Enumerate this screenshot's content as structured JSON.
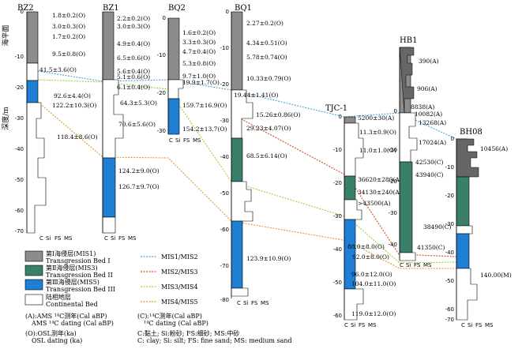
{
  "side_labels": {
    "upper": "海平面",
    "lower": "深度/m"
  },
  "axis_grain": [
    "C",
    "Si",
    "FS",
    "MS"
  ],
  "colors": {
    "mis1": "#8c8c8c",
    "mis3": "#3a7f6a",
    "mis5": "#1e7fd4",
    "l12": "#4aa6d9",
    "l23": "#d9472a",
    "l34": "#a9c93a",
    "l45": "#e6952f"
  },
  "boreholes": [
    {
      "name": "BZ2",
      "ticks": [
        "0",
        "-10",
        "-20",
        "-30",
        "-40",
        "-50",
        "-60",
        "-70"
      ]
    },
    {
      "name": "BZ1",
      "ticks": []
    },
    {
      "name": "BQ2",
      "ticks": [
        "0",
        "-10",
        "-20",
        "-30"
      ]
    },
    {
      "name": "BQ1",
      "ticks": [
        "0",
        "-10",
        "-20",
        "-30",
        "-40",
        "-50",
        "-60",
        "-70",
        "-80"
      ]
    },
    {
      "name": "TJC-1",
      "ticks": [
        "0",
        "-10",
        "-20",
        "-30",
        "-40",
        "-50",
        "-60"
      ]
    },
    {
      "name": "HB1",
      "ticks": [
        "0",
        "-10",
        "-20",
        "-30",
        "-40"
      ]
    },
    {
      "name": "BH08",
      "ticks": [
        "0",
        "-10",
        "-20",
        "-30",
        "-40",
        "-50",
        "-60",
        "-70"
      ]
    }
  ],
  "dates": {
    "bz2": [
      "1.8±0.2(O)",
      "3.0±0.3(O)",
      "1.7±0.2(O)",
      "9.5±0.8(O)",
      "41.5±3.6(O)",
      "92.6±4.4(O)",
      "122.2±10.3(O)",
      "118.4±8.6(O)"
    ],
    "bz1": [
      "2.2±0.2(O)",
      "3.0±0.3(O)",
      "4.9±0.4(O)",
      "6.5±0.6(O)",
      "5.6±0.4(O)",
      "5.1±0.6(O)",
      "6.1±0.4(O)",
      "64.3±5.3(O)",
      "70.6±5.6(O)",
      "124.2±9.0(O)",
      "126.7±9.7(O)"
    ],
    "bq2": [
      "1.6±0.2(O)",
      "3.3±0.3(O)",
      "4.7±0.4(O)",
      "5.3±0.8(O)",
      "9.7±1.0(O)",
      "19.9±1.7(O)",
      "159.7±16.9(O)",
      "154.2±13.7(O)"
    ],
    "bq1": [
      "2.27±0.2(O)",
      "4.34±0.51(O)",
      "5.78±0.74(O)",
      "10.33±0.79(O)",
      "19.44±1.41(O)",
      "15.26±0.86(O)",
      "29.23±4.07(O)",
      "68.5±6.14(O)",
      "123.9±10.9(O)"
    ],
    "tjc": [
      "5200±30(A)",
      "11.3±0.9(O)",
      "11.0±1.0(O)",
      "36620±280(A)",
      "34130±240(A)",
      ">43500(A)",
      "88.0±8.0(O)",
      "92.0±8.0(O)",
      "96.0±12.0(O)",
      "104.0±11.0(O)",
      "119.0±12.0(O)"
    ],
    "hb1": [
      "390(A)",
      "906(A)",
      "8838(A)",
      "10082(A)",
      "13268(A)",
      "17024(A)",
      "42530(C)",
      "43940(C)",
      "38490(C)",
      "41350(C)"
    ],
    "bh08": [
      "10456(A)",
      "140.00(M)"
    ]
  },
  "legend": {
    "mis1_cn": "第Ⅰ海侵层(MIS1)",
    "mis1_en": "Transgression Bed I",
    "mis3_cn": "第Ⅱ海侵层(MIS3)",
    "mis3_en": "Transgression Bed II",
    "mis5_cn": "第Ⅲ海侵层(MIS5)",
    "mis5_en": "Transgression Bed III",
    "cont_cn": "陆相地层",
    "cont_en": "Continental Bed",
    "l12": "MIS1/MIS2",
    "l23": "MIS2/MIS3",
    "l34": "MIS3/MIS4",
    "l45": "MIS4/MIS5",
    "noteA_cn": "(A):AMS ¹⁴C测年(Cal aBP)",
    "noteA_en": "AMS ¹⁴C dating (Cal aBP)",
    "noteC_cn": "(C):¹⁴C测年(Cal aBP)",
    "noteC_en": "¹⁴C dating (Cal aBP)",
    "noteO_cn": "(O):OSL测年(ka)",
    "noteO_en": "OSL dating (ka)",
    "noteS_cn": "C:黏土; Si:粉砂; FS:细砂; MS:中砂",
    "noteS_en": "C: clay; Si: silt; FS: fine sand; MS: medium sand"
  }
}
